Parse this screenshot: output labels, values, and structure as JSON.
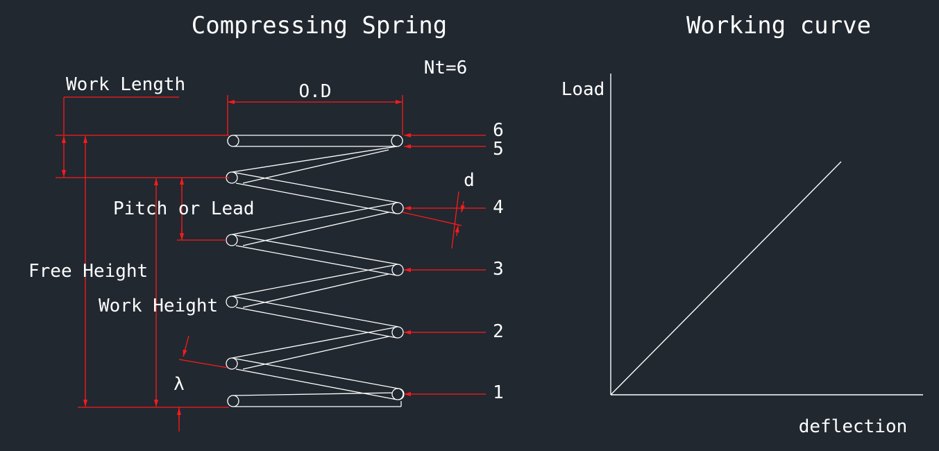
{
  "spring_diagram": {
    "title": "Compressing Spring",
    "nt_label": "Nt=6",
    "labels": {
      "work_length": "Work Length",
      "outer_diameter": "O.D",
      "pitch_or_lead": "Pitch or Lead",
      "free_height": "Free Height",
      "work_height": "Work Height",
      "wire_diameter": "d",
      "lambda": "λ"
    },
    "coil_numbers": [
      "6",
      "5",
      "4",
      "3",
      "2",
      "1"
    ]
  },
  "working_curve": {
    "title": "Working curve",
    "ylabel": "Load",
    "xlabel": "deflection"
  },
  "colors": {
    "background": "#212830",
    "line": "#ffffff",
    "dimension": "#ff1a1a"
  }
}
